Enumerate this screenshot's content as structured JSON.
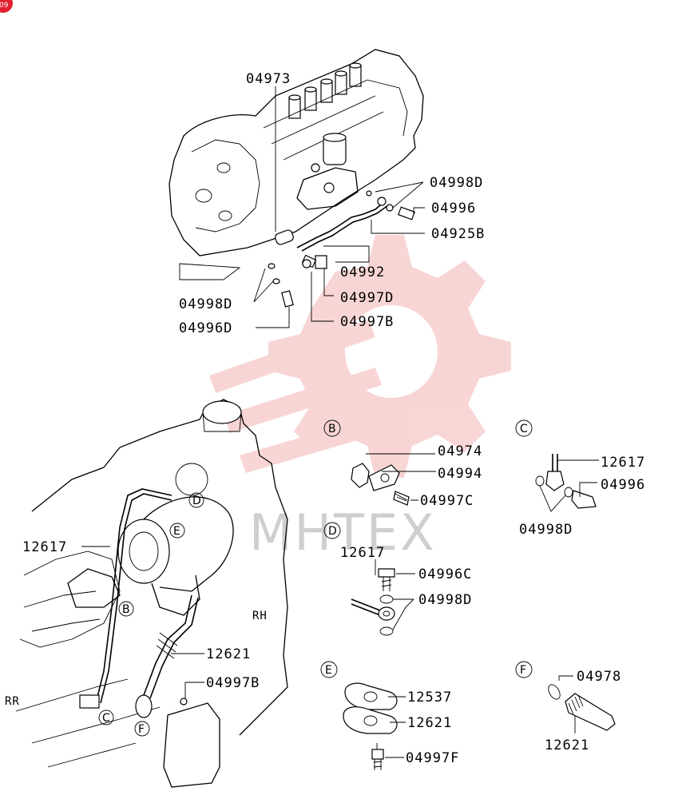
{
  "watermark": {
    "text": "MHTEX",
    "color": "#f4b4b4"
  },
  "corner_badge": {
    "text": "09",
    "color": "#e0202e"
  },
  "callouts": {
    "top": {
      "c04973": "04973",
      "c04998D_a": "04998D",
      "c04996": "04996",
      "c04925B": "04925B",
      "c04992": "04992",
      "c04997D": "04997D",
      "c04998D_b": "04998D",
      "c04997B": "04997B",
      "c04996D": "04996D"
    },
    "bottom": {
      "c12617": "12617",
      "c12621": "12621",
      "c04997B": "04997B",
      "rh": "RH",
      "rr": "RR",
      "mark_b": "B",
      "mark_c": "C",
      "mark_d": "D",
      "mark_e": "E",
      "mark_f": "F"
    },
    "detail_b": {
      "letter": "B",
      "p1": "04974",
      "p2": "04994",
      "p3": "04997C"
    },
    "detail_c": {
      "letter": "C",
      "p1": "12617",
      "p2": "04996",
      "p3": "04998D"
    },
    "detail_d": {
      "letter": "D",
      "p1": "12617",
      "p2": "04996C",
      "p3": "04998D"
    },
    "detail_e": {
      "letter": "E",
      "p1": "12537",
      "p2": "12621",
      "p3": "04997F"
    },
    "detail_f": {
      "letter": "F",
      "p1": "04978",
      "p2": "12621"
    }
  }
}
